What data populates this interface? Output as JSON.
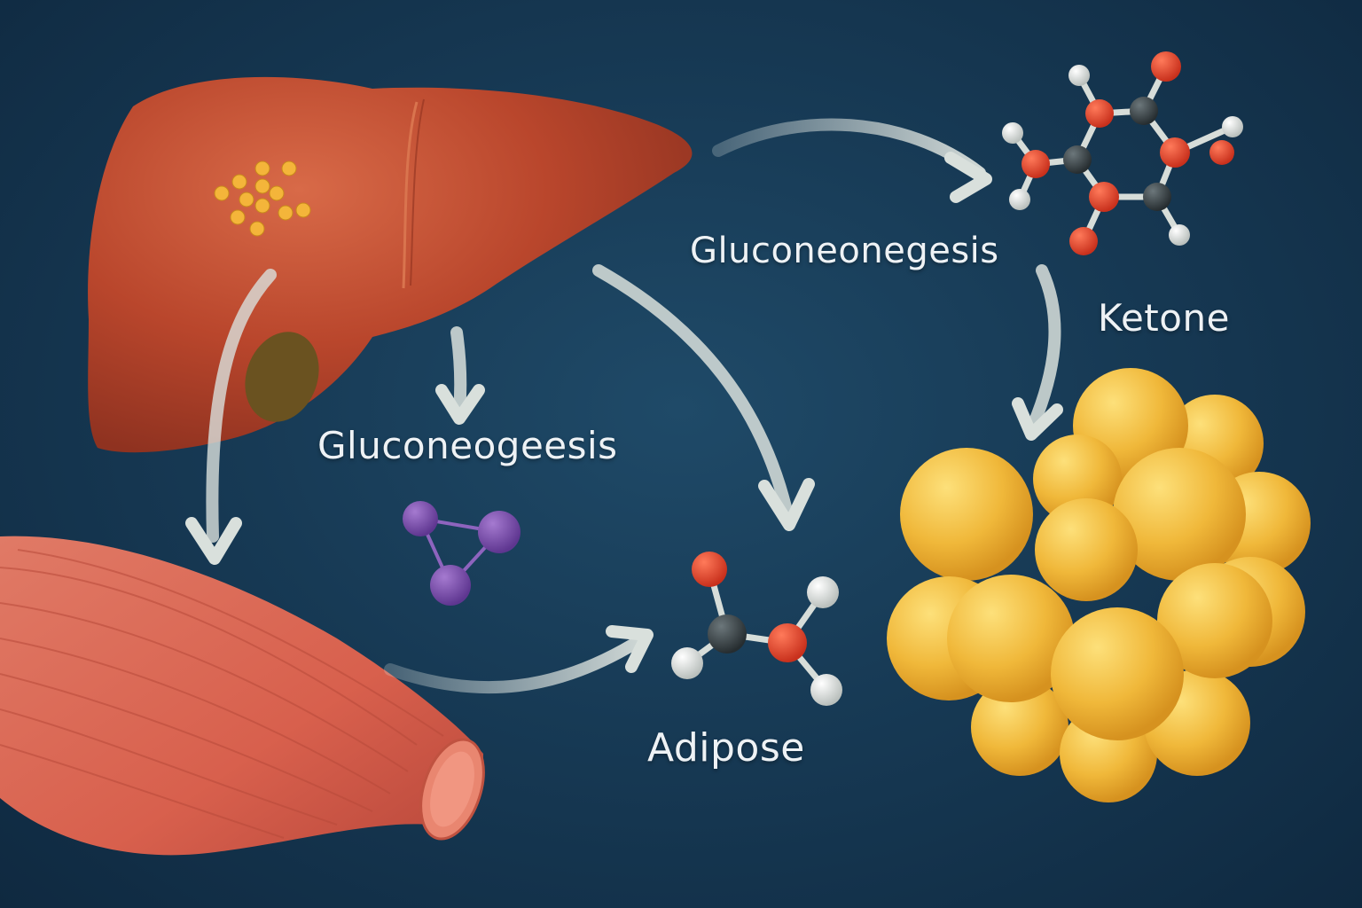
{
  "labels": {
    "gluconeogenesis_top": "Gluconeonegesis",
    "ketone": "Ketone",
    "gluconeogenesis_mid": "Gluconeogeesis",
    "adipose": "Adipose"
  },
  "colors": {
    "background": "#173a55",
    "liver": "#b9462c",
    "muscle": "#d8604d",
    "fat": "#f0b83a",
    "arrow": "#d9e0dc",
    "oxygen_atom": "#e0402a",
    "carbon_atom": "#3b4448",
    "hydrogen_atom": "#dfe3e0",
    "triatomic_molecule": "#7b4fa8"
  },
  "icons": [
    "liver-icon",
    "fat-droplets-icon",
    "gallbladder-icon",
    "muscle-icon",
    "fat-cluster-icon",
    "ketone-molecule-icon",
    "acetate-molecule-icon",
    "triatomic-molecule-icon"
  ]
}
